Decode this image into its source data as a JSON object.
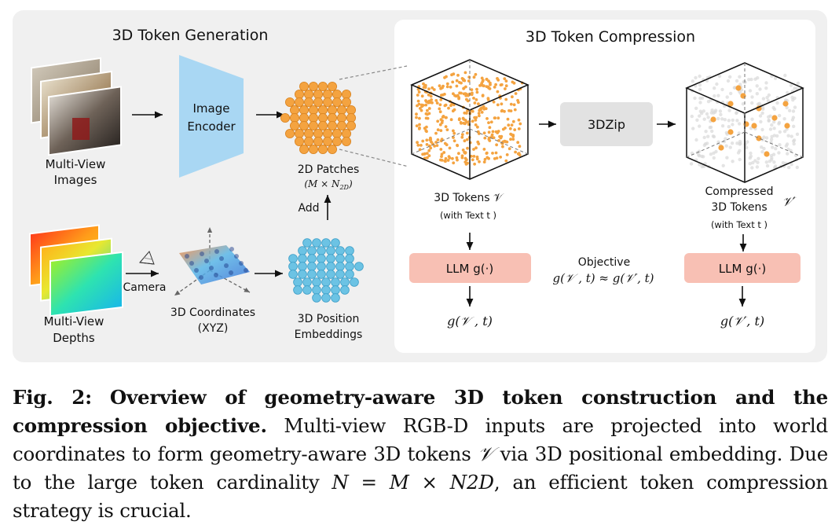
{
  "generation": {
    "title": "3D Token Generation",
    "mv_images_label": [
      "Multi-View",
      "Images"
    ],
    "encoder_label": [
      "Image",
      "Encoder"
    ],
    "patches_label": "2D Patches",
    "patches_dims": "(M × N2D)",
    "add_label": "Add",
    "mv_depths_label": [
      "Multi-View",
      "Depths"
    ],
    "camera_label": "Camera",
    "coords_label": [
      "3D Coordinates",
      "(XYZ)"
    ],
    "pos_emb_label": [
      "3D Position",
      "Embeddings"
    ]
  },
  "compression": {
    "title": "3D Token Compression",
    "zip_label": "3DZip",
    "tokens_label": "3D Tokens 𝒱",
    "tokens_sub": "(with Text t )",
    "compressed_label": [
      "Compressed",
      "3D Tokens"
    ],
    "compressed_symbol": "𝒱′",
    "compressed_sub": "(with Text t )",
    "llm_left": "LLM g(·)",
    "llm_right": "LLM g(·)",
    "objective_label": "Objective",
    "objective_formula": "g(𝒱 , t) ≈ g(𝒱′, t)",
    "out_left": "g(𝒱 , t)",
    "out_right": "g(𝒱′, t)"
  },
  "caption": {
    "fig_label": "Fig. 2:",
    "bold_text": "Overview of geometry-aware 3D token construction and the compression objective.",
    "body_1": "Multi-view RGB-D inputs are projected into world coordinates to form geometry-aware 3D tokens",
    "sym_V": "𝒱",
    "body_2": "via 3D positional embedding. Due to the large token cardinality",
    "formula": "N = M × N2D",
    "body_3": ", an efficient token compression strategy is crucial."
  },
  "colors": {
    "panel_bg": "#f0f0f0",
    "encoder_blue": "#a9d7f3",
    "patch_orange": "#f4a340",
    "embedding_cyan": "#6cc3e4",
    "llm_pink": "#f8c0b4",
    "zip_gray": "#e2e2e2"
  }
}
